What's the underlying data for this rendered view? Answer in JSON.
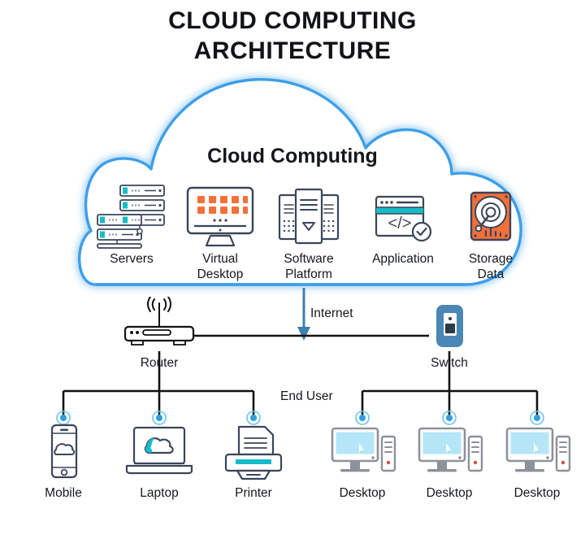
{
  "title": {
    "line1": "CLOUD COMPUTING",
    "line2": "ARCHITECTURE"
  },
  "cloud": {
    "heading": "Cloud Computing",
    "services": [
      {
        "id": "servers",
        "label": "Servers",
        "icon": "servers-icon"
      },
      {
        "id": "virtual-desktop",
        "label": "Virtual\nDesktop",
        "label_line1": "Virtual",
        "label_line2": "Desktop",
        "icon": "monitor-icon"
      },
      {
        "id": "software-platform",
        "label": "Software\nPlatform",
        "label_line1": "Software",
        "label_line2": "Platform",
        "icon": "software-stack-icon"
      },
      {
        "id": "application",
        "label": "Application",
        "icon": "code-window-icon"
      },
      {
        "id": "storage-data",
        "label": "Storage\nData",
        "label_line1": "Storage",
        "label_line2": "Data",
        "icon": "harddrive-icon"
      }
    ]
  },
  "network": {
    "internet_label": "Internet",
    "end_user_label": "End User",
    "router_label": "Router",
    "switch_label": "Switch"
  },
  "devices": [
    {
      "id": "mobile",
      "label": "Mobile",
      "icon": "smartphone-icon"
    },
    {
      "id": "laptop",
      "label": "Laptop",
      "icon": "laptop-icon"
    },
    {
      "id": "printer",
      "label": "Printer",
      "icon": "printer-icon"
    },
    {
      "id": "desktop1",
      "label": "Desktop",
      "icon": "desktop-computer-icon"
    },
    {
      "id": "desktop2",
      "label": "Desktop",
      "icon": "desktop-computer-icon"
    },
    {
      "id": "desktop3",
      "label": "Desktop",
      "icon": "desktop-computer-icon"
    }
  ],
  "colors": {
    "cloud_stroke": "#3c9ee8",
    "dark_navy": "#3b4559",
    "orange": "#f4703a",
    "teal": "#16bcc8",
    "switch_blue": "#4a87b5",
    "screen_blue": "#b5e6f7",
    "grey": "#8d9199",
    "line": "#111111",
    "arrow_blue": "#3f7fae",
    "text": "#15181d"
  }
}
